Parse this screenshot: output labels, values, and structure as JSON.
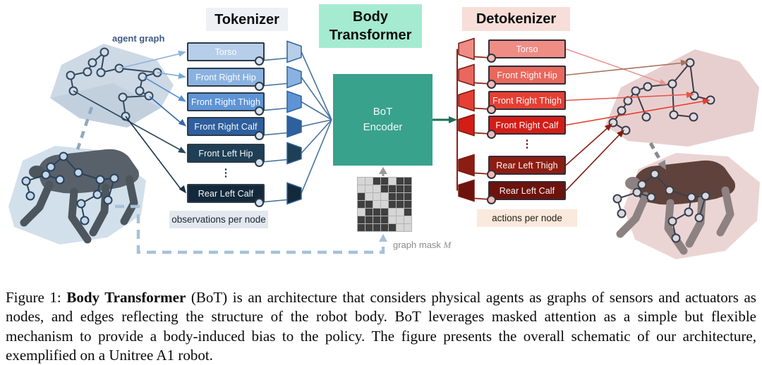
{
  "figure": {
    "agent_graph_label": "agent graph",
    "tokenizer": {
      "title": "Tokenizer",
      "header_bg": "#edf0f5",
      "rows": [
        {
          "label": "Torso",
          "color": "#b6cee9"
        },
        {
          "label": "Front Right Hip",
          "color": "#8ab2e0"
        },
        {
          "label": "Front Right Thigh",
          "color": "#5e94d6"
        },
        {
          "label": "Front Right Calf",
          "color": "#2e5f9e"
        },
        {
          "label": "Front Left Hip",
          "color": "#1e3f55"
        },
        {
          "label": "Rear Left Calf",
          "color": "#13293b"
        }
      ],
      "ellipsis": "⋮",
      "footer": "observations per node",
      "footer_bg": "#e3e8ee"
    },
    "transformer": {
      "title_line1": "Body",
      "title_line2": "Transformer",
      "header_bg": "#a5ebd1",
      "encoder_line1": "BoT",
      "encoder_line2": "Encoder",
      "encoder_color": "#38a28c"
    },
    "mask": {
      "label_text": "graph mask ",
      "label_var": "M",
      "dark_color": "#3f3f3f",
      "light_color": "#d6d6d6",
      "pattern": [
        [
          1,
          1,
          0,
          0,
          1,
          0,
          0
        ],
        [
          1,
          1,
          1,
          0,
          0,
          0,
          0
        ],
        [
          0,
          1,
          1,
          1,
          0,
          0,
          0
        ],
        [
          0,
          0,
          1,
          1,
          0,
          0,
          0
        ],
        [
          1,
          0,
          0,
          0,
          1,
          1,
          0
        ],
        [
          0,
          0,
          0,
          0,
          1,
          1,
          1
        ],
        [
          0,
          0,
          0,
          0,
          0,
          1,
          1
        ]
      ]
    },
    "detokenizer": {
      "title": "Detokenizer",
      "header_bg": "#f8ded8",
      "rows": [
        {
          "label": "Torso",
          "color": "#ef8d85"
        },
        {
          "label": "Front Right Hip",
          "color": "#e9675d"
        },
        {
          "label": "Front Right Thigh",
          "color": "#e63f33"
        },
        {
          "label": "Front Right Calf",
          "color": "#d31d17"
        },
        {
          "label": "Rear Left Thigh",
          "color": "#8c1d13"
        },
        {
          "label": "Rear Left Calf",
          "color": "#6d120c"
        }
      ],
      "ellipsis": "⋮",
      "footer": "actions per node",
      "footer_bg": "#fae9dd"
    }
  },
  "caption": {
    "prefix": "Figure 1: ",
    "bold": "Body Transformer",
    "body": " (BoT) is an architecture that considers physical agents as graphs of sensors and actuators as nodes, and edges reflecting the structure of the robot body. BoT leverages masked attention as a simple but flexible mechanism to provide a body-induced bias to the policy. The figure presents the overall schematic of our architecture, exemplified on a Unitree A1 robot."
  }
}
